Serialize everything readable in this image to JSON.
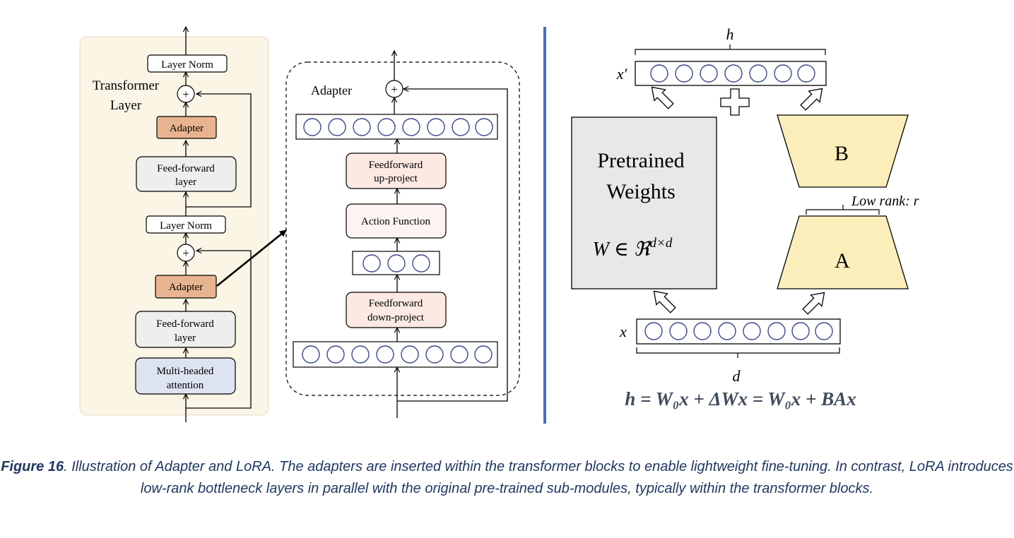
{
  "adapter_diagram": {
    "transformer_layer_label_line1": "Transformer",
    "transformer_layer_label_line2": "Layer",
    "layer_norm_top": "Layer Norm",
    "adapter_top": "Adapter",
    "ffn_top_line1": "Feed-forward",
    "ffn_top_line2": "layer",
    "layer_norm_bottom": "Layer Norm",
    "adapter_bottom": "Adapter",
    "ffn_bottom_line1": "Feed-forward",
    "ffn_bottom_line2": "layer",
    "mha_line1": "Multi-headed",
    "mha_line2": "attention",
    "plus_symbol": "+"
  },
  "adapter_detail": {
    "title": "Adapter",
    "up_project_line1": "Feedforward",
    "up_project_line2": "up-project",
    "activation": "Action Function",
    "down_project_line1": "Feedforward",
    "down_project_line2": "down-project",
    "plus_symbol": "+"
  },
  "lora_diagram": {
    "h_label": "h",
    "x_prime_label": "x′",
    "pretrained_line1": "Pretrained",
    "pretrained_line2": "Weights",
    "weight_formula": "W ∈ ℜ",
    "weight_superscript": "d×d",
    "b_label": "B",
    "a_label": "A",
    "low_rank_label": "Low rank: r",
    "x_label": "x",
    "d_label": "d",
    "equation": "h = W₀x + ΔWx = W₀x + BAx"
  },
  "caption": {
    "label": "Figure 16",
    "text": ". Illustration of Adapter and LoRA. The adapters are inserted within the transformer blocks to enable lightweight fine-tuning. In contrast, LoRA introduces low-rank bottleneck layers in parallel with the original pre-trained sub-modules, typically within the transformer blocks."
  },
  "colors": {
    "layer_panel": "#fbf5e6",
    "adapter_fill": "#e8b48f",
    "ffn_fill": "#eeeeec",
    "mha_fill": "#dde3f0",
    "detail_box_fill": "#fbe9e2",
    "divider": "#4472c4",
    "pretrained_fill": "#e8e8e8",
    "lora_ab_fill": "#fbeeba",
    "equation_color": "#3f4b5b",
    "caption_color": "#203864"
  }
}
